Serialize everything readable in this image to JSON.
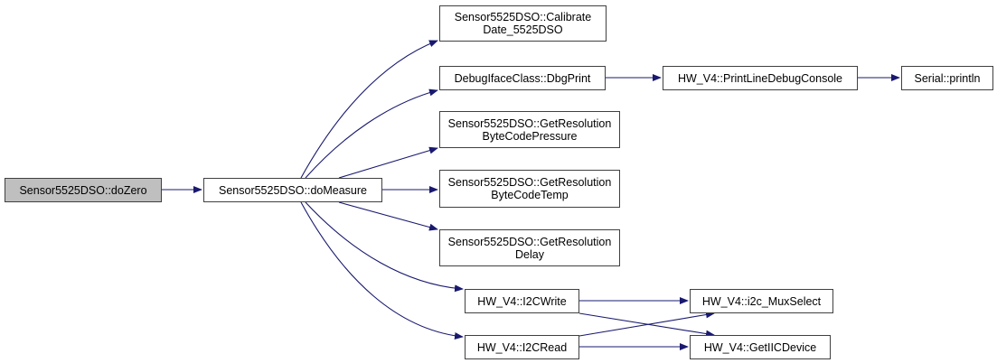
{
  "graph": {
    "type": "call-graph",
    "colors": {
      "edge": "#191970",
      "node_border": "#404040",
      "current_node_fill": "#bfbfbf",
      "node_fill": "#ffffff"
    },
    "nodes": [
      {
        "id": "doZero",
        "lines": [
          "Sensor5525DSO::doZero"
        ],
        "current": true
      },
      {
        "id": "doMeasure",
        "lines": [
          "Sensor5525DSO::doMeasure"
        ]
      },
      {
        "id": "calibrate",
        "lines": [
          "Sensor5525DSO::Calibrate",
          "Date_5525DSO"
        ]
      },
      {
        "id": "dbgprint",
        "lines": [
          "DebugIfaceClass::DbgPrint"
        ]
      },
      {
        "id": "resPressure",
        "lines": [
          "Sensor5525DSO::GetResolution",
          "ByteCodePressure"
        ]
      },
      {
        "id": "resTemp",
        "lines": [
          "Sensor5525DSO::GetResolution",
          "ByteCodeTemp"
        ]
      },
      {
        "id": "resDelay",
        "lines": [
          "Sensor5525DSO::GetResolution",
          "Delay"
        ]
      },
      {
        "id": "i2cwrite",
        "lines": [
          "HW_V4::I2CWrite"
        ]
      },
      {
        "id": "i2cread",
        "lines": [
          "HW_V4::I2CRead"
        ]
      },
      {
        "id": "printline",
        "lines": [
          "HW_V4::PrintLineDebugConsole"
        ]
      },
      {
        "id": "println",
        "lines": [
          "Serial::println"
        ]
      },
      {
        "id": "muxselect",
        "lines": [
          "HW_V4::i2c_MuxSelect"
        ]
      },
      {
        "id": "geticdev",
        "lines": [
          "HW_V4::GetIICDevice"
        ]
      }
    ],
    "edges": [
      {
        "from": "doZero",
        "to": "doMeasure"
      },
      {
        "from": "doMeasure",
        "to": "calibrate"
      },
      {
        "from": "doMeasure",
        "to": "dbgprint"
      },
      {
        "from": "doMeasure",
        "to": "resPressure"
      },
      {
        "from": "doMeasure",
        "to": "resTemp"
      },
      {
        "from": "doMeasure",
        "to": "resDelay"
      },
      {
        "from": "doMeasure",
        "to": "i2cwrite"
      },
      {
        "from": "doMeasure",
        "to": "i2cread"
      },
      {
        "from": "dbgprint",
        "to": "printline"
      },
      {
        "from": "printline",
        "to": "println"
      },
      {
        "from": "i2cwrite",
        "to": "muxselect"
      },
      {
        "from": "i2cwrite",
        "to": "geticdev"
      },
      {
        "from": "i2cread",
        "to": "muxselect"
      },
      {
        "from": "i2cread",
        "to": "geticdev"
      }
    ]
  }
}
